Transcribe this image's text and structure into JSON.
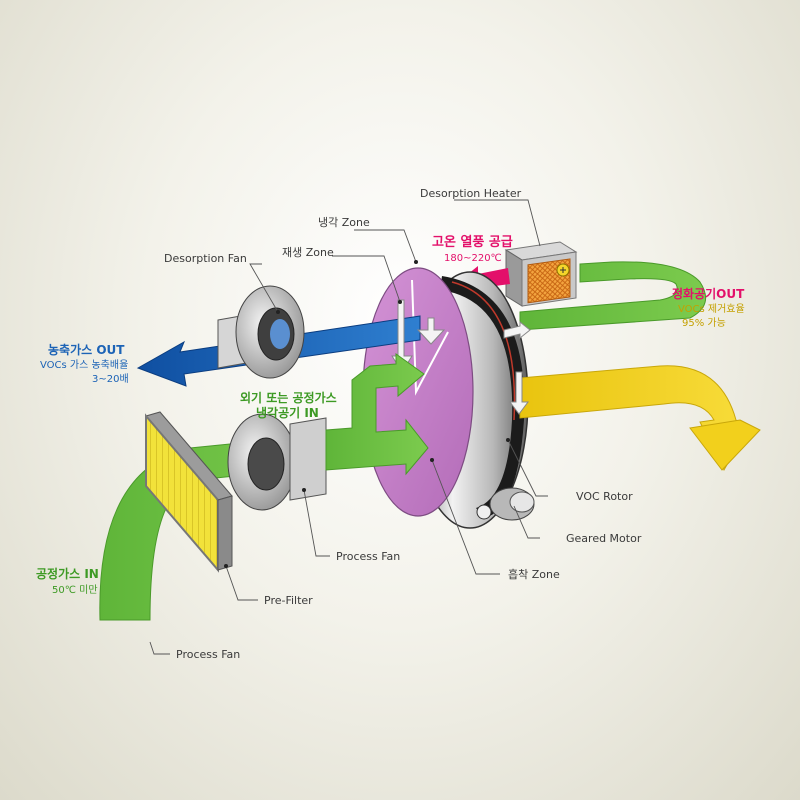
{
  "labels": {
    "desorption_heater": "Desorption Heater",
    "cooling_zone": "냉각 Zone",
    "regen_zone": "재생 Zone",
    "desorption_fan": "Desorption Fan",
    "voc_rotor": "VOC Rotor",
    "geared_motor": "Geared Motor",
    "adsorption_zone": "흡착 Zone",
    "process_fan_mid": "Process Fan",
    "pre_filter": "Pre-Filter",
    "process_fan_bottom": "Process Fan"
  },
  "hot_air": {
    "title": "고온 열풍 공급",
    "temp": "180~220℃"
  },
  "clean_out": {
    "title": "정화공기OUT",
    "line1": "VOCs 제거효율",
    "line2": "95% 가능"
  },
  "conc_out": {
    "title": "농축가스 OUT",
    "line1": "VOCs 가스 농축배율",
    "line2": "3~20배"
  },
  "cool_in": {
    "line1": "외기 또는 공정가스",
    "line2": "냉각공기 IN"
  },
  "process_in": {
    "title": "공정가스 IN",
    "line1": "50℃ 미만"
  },
  "colors": {
    "green": "#6cbf42",
    "blue": "#1c63b6",
    "yellow": "#f5d21a",
    "pink": "#e3106a",
    "purple": "#c27fc6",
    "orange_heater": "#f08a2a"
  }
}
